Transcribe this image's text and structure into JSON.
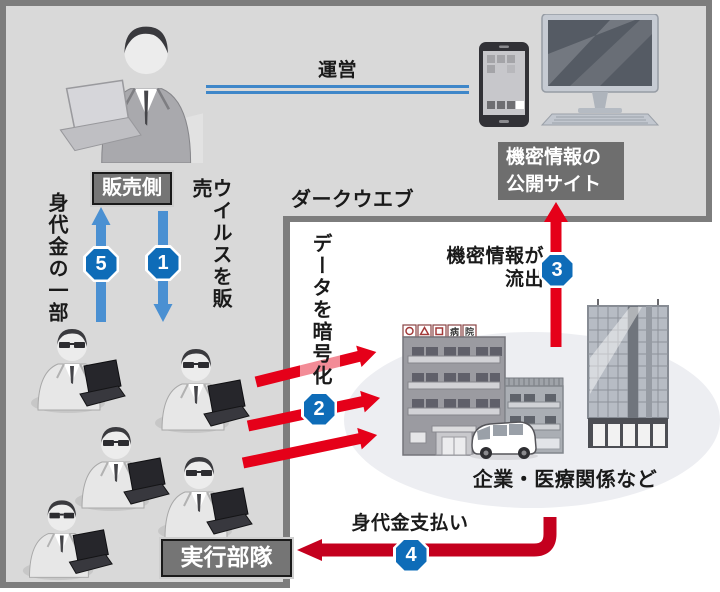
{
  "colors": {
    "panel_gray": "#d9d9d9",
    "border_gray": "#7d7d7d",
    "label_box_gray": "#757575",
    "leak_site_box_gray": "#6e6e6e",
    "arrow_red": "#e50019",
    "arrow_dark_red": "#c4001e",
    "arrow_blue": "#4a90d2",
    "badge_blue": "#0e6cb8",
    "ink": "#1a1a1a"
  },
  "top": {
    "operator_label": "運営",
    "leak_site_box": {
      "line1": "機密情報の",
      "line2": "公開サイト"
    }
  },
  "dark_web_label": "ダークウエブ",
  "seller": {
    "box_label": "販売側"
  },
  "executor": {
    "box_label": "実行部隊"
  },
  "victims": {
    "caption": "企業・医療関係など",
    "sign_1": "病",
    "sign_2": "院"
  },
  "steps": {
    "s1": {
      "num": "1",
      "label": "ウイルスを販売"
    },
    "s2": {
      "num": "2",
      "label": "データを暗号化"
    },
    "s3": {
      "num": "3",
      "line1": "機密情報が",
      "line2": "流出"
    },
    "s4": {
      "num": "4",
      "label": "身代金支払い"
    },
    "s5": {
      "num": "5",
      "label": "身代金の一部"
    }
  }
}
